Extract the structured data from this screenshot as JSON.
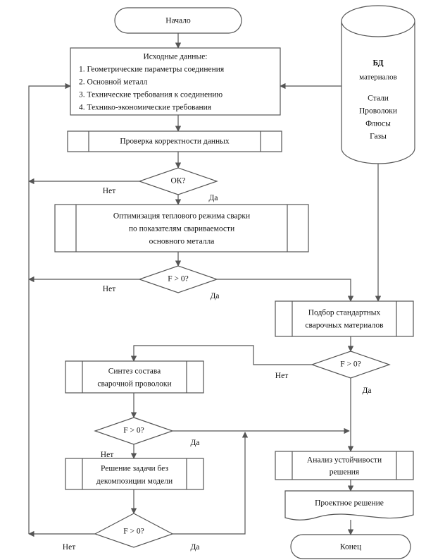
{
  "diagram": {
    "title": "Flowchart of welding materials design algorithm",
    "language": "ru",
    "colors": {
      "stroke": "#555555",
      "text": "#111111",
      "background": "#ffffff"
    },
    "branch_labels": {
      "yes": "Да",
      "no": "Нет"
    },
    "nodes": {
      "start": {
        "label": "Начало",
        "shape": "terminator"
      },
      "input_data": {
        "shape": "process",
        "title": "Исходные данные:",
        "items": [
          "1. Геометрические параметры соединения",
          "2. Основной металл",
          "3. Технические требования к соединению",
          "4. Технико-экономические требования"
        ]
      },
      "database": {
        "shape": "cylinder",
        "title_line1": "БД",
        "title_line2": "материалов",
        "items": [
          "Стали",
          "Проволоки",
          "Флюсы",
          "Газы"
        ]
      },
      "check_data": {
        "shape": "predefined-process",
        "lines": [
          "Проверка корректности данных"
        ]
      },
      "decision_ok": {
        "shape": "decision",
        "label": "ОК?",
        "yes": "Да",
        "no": "Нет"
      },
      "optimize_thermal": {
        "shape": "predefined-process",
        "lines": [
          "Оптимизация теплового режима сварки",
          "по показателям свариваемости",
          "основного металла"
        ]
      },
      "decision_f1": {
        "shape": "decision",
        "label": "F > 0?",
        "yes": "Да",
        "no": "Нет"
      },
      "select_standard": {
        "shape": "predefined-process",
        "lines": [
          "Подбор стандартных",
          "сварочных материалов"
        ]
      },
      "decision_f2": {
        "shape": "decision",
        "label": "F > 0?",
        "yes": "Да",
        "no": "Нет"
      },
      "synthesis_wire": {
        "shape": "predefined-process",
        "lines": [
          "Синтез состава",
          "сварочной проволоки"
        ]
      },
      "decision_f3": {
        "shape": "decision",
        "label": "F > 0?",
        "yes": "Да",
        "no": "Нет"
      },
      "solve_no_decomposition": {
        "shape": "predefined-process",
        "lines": [
          "Решение задачи без",
          "декомпозиции модели"
        ]
      },
      "decision_f4": {
        "shape": "decision",
        "label": "F > 0?",
        "yes": "Да",
        "no": "Нет"
      },
      "stability_analysis": {
        "shape": "predefined-process",
        "lines": [
          "Анализ устойчивости",
          "решения"
        ]
      },
      "design_solution": {
        "shape": "document",
        "lines": [
          "Проектное решение"
        ]
      },
      "end": {
        "label": "Конец",
        "shape": "terminator"
      }
    }
  }
}
